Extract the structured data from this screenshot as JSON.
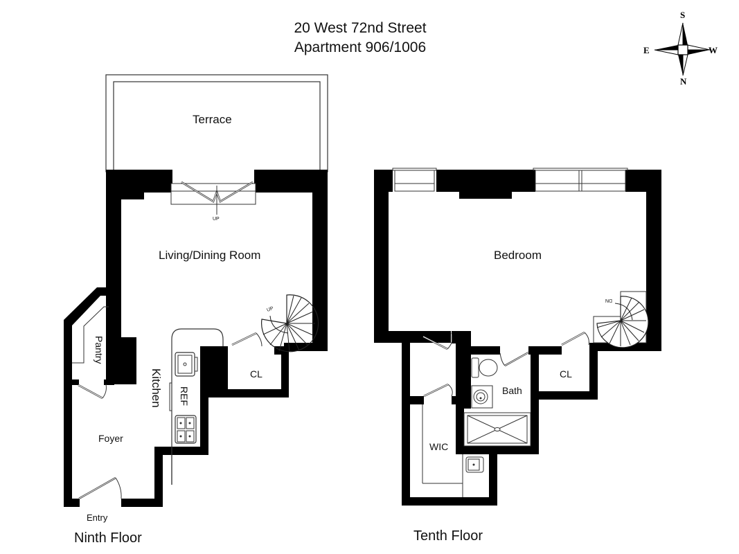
{
  "header": {
    "address": "20 West 72nd Street",
    "apartment": "Apartment 906/1006"
  },
  "compass": {
    "top": "S",
    "bottom": "N",
    "left": "E",
    "right": "W"
  },
  "ninth_floor": {
    "label": "Ninth Floor",
    "rooms": {
      "terrace": "Terrace",
      "living": "Living/Dining Room",
      "kitchen": "Kitchen",
      "pantry": "Pantry",
      "foyer": "Foyer",
      "closet": "CL",
      "refrigerator": "REF",
      "entry": "Entry"
    },
    "stair_labels": {
      "terrace_stairs": "UP",
      "spiral_stairs": "UP"
    }
  },
  "tenth_floor": {
    "label": "Tenth Floor",
    "rooms": {
      "bedroom": "Bedroom",
      "bath": "Bath",
      "closet": "CL",
      "walk_in_closet": "WIC"
    },
    "stair_labels": {
      "spiral_stairs": "DN"
    }
  },
  "colors": {
    "wall": "#000000",
    "background": "#ffffff",
    "line": "#222222"
  }
}
